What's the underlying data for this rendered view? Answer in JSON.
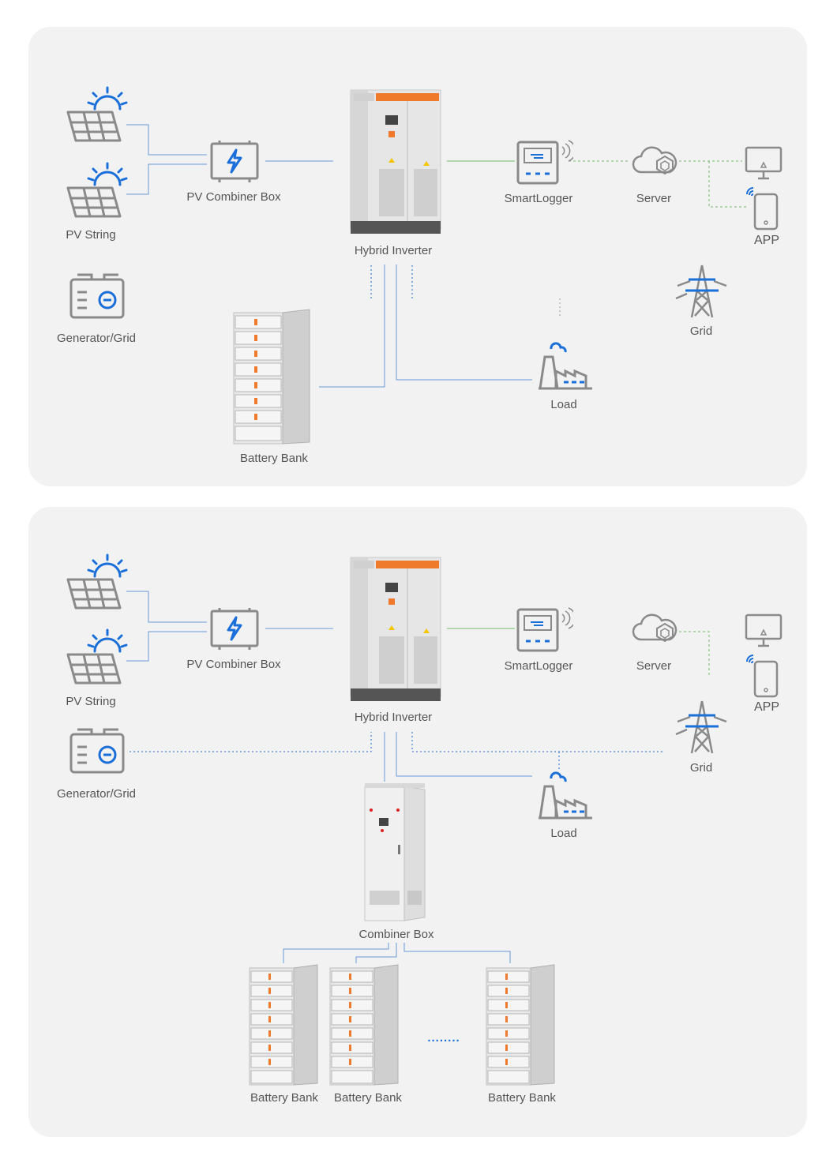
{
  "labels": {
    "pv_string": "PV String",
    "pv_combiner_box": "PV Combiner Box",
    "hybrid_inverter": "Hybrid Inverter",
    "smartlogger": "SmartLogger",
    "server": "Server",
    "app": "APP",
    "generator_grid": "Generator/Grid",
    "grid": "Grid",
    "load": "Load",
    "battery_bank": "Battery Bank",
    "combiner_box": "Combiner Box",
    "ellipsis": "........"
  },
  "colors": {
    "panel_bg": "#f2f2f2",
    "icon_gray": "#8a8a8a",
    "accent_blue": "#1b6fd8",
    "line_blue": "#6b9ad9",
    "line_green": "#73b96a",
    "inverter_orange": "#f07a2c"
  },
  "icons": [
    "solar-panel-icon",
    "pv-combiner-icon",
    "smartlogger-icon",
    "cloud-server-icon",
    "monitor-icon",
    "phone-icon",
    "generator-icon",
    "power-tower-icon",
    "factory-icon"
  ]
}
